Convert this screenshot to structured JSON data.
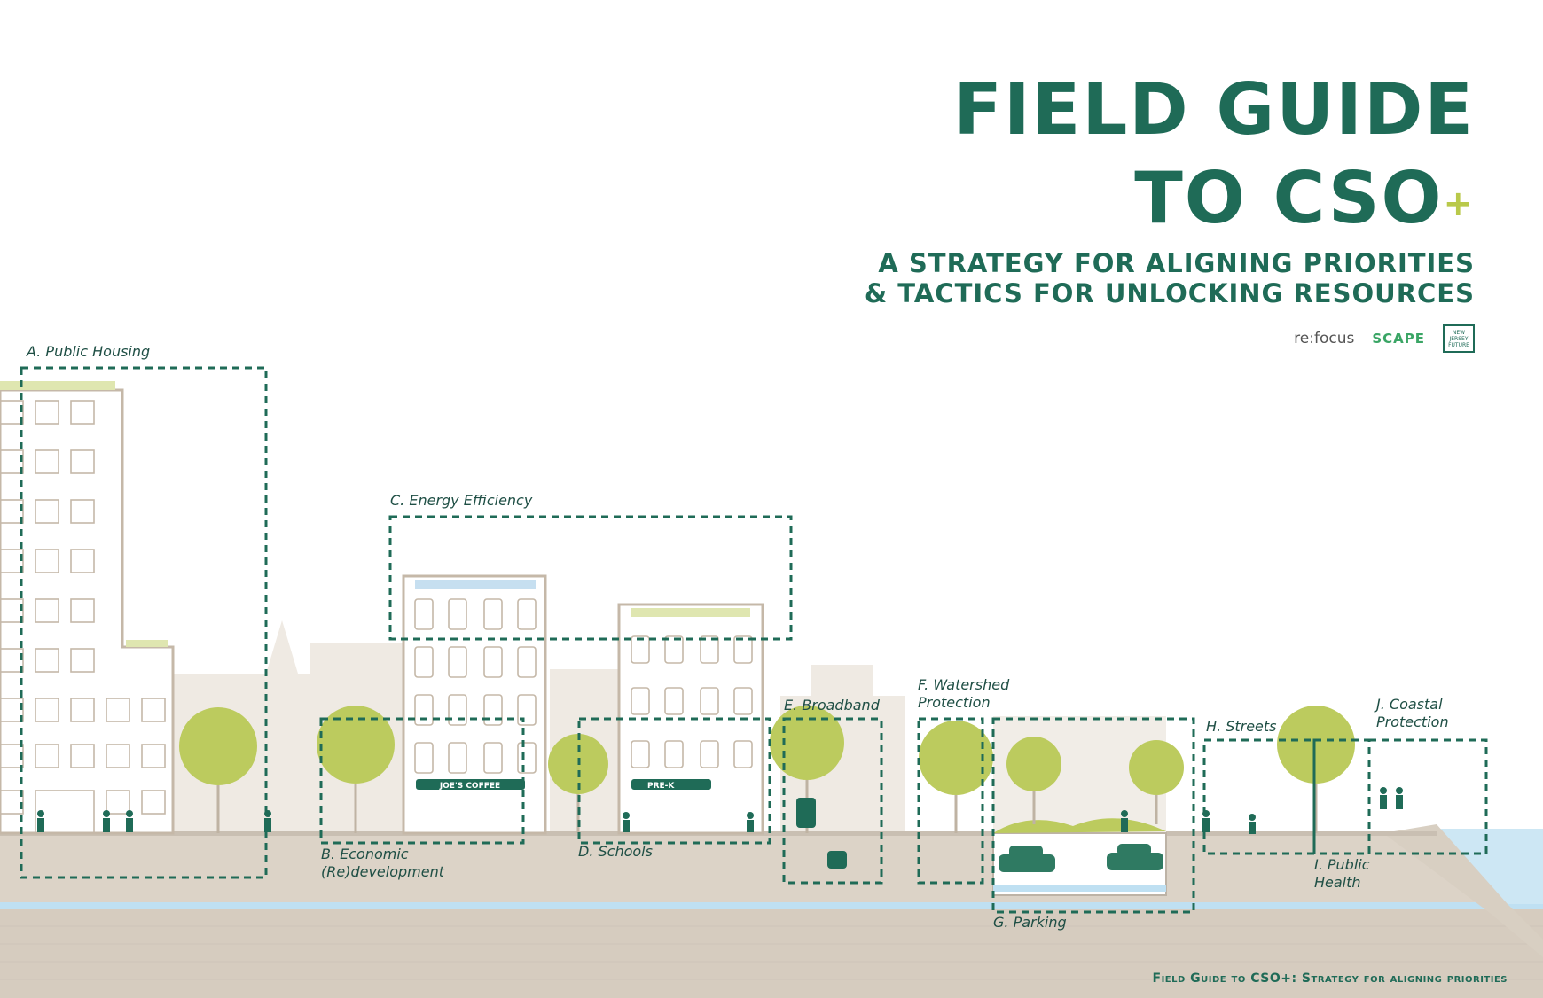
{
  "title": {
    "line1": "FIELD GUIDE",
    "line2": "TO CSO",
    "plus": "+",
    "subtitle_line1": "A STRATEGY FOR ALIGNING PRIORITIES",
    "subtitle_line2": "& TACTICS FOR UNLOCKING RESOURCES"
  },
  "logos": {
    "refocus": "re:focus",
    "scape": "SCAPE",
    "njf": "NEW JERSEY FUTURE"
  },
  "labels": {
    "a": "A. Public Housing",
    "b": "B. Economic\n(Re)development",
    "c": "C. Energy Efficiency",
    "d": "D. Schools",
    "e": "E. Broadband",
    "f": "F. Watershed\nProtection",
    "g": "G. Parking",
    "h": "H. Streets",
    "i": "I. Public\nHealth",
    "j": "J. Coastal\nProtection"
  },
  "signs": {
    "coffee": "JOE'S COFFEE",
    "prek": "PRE-K"
  },
  "footer": "Field Guide to CSO+: Strategy for aligning priorities",
  "colors": {
    "brand_green": "#1f6b57",
    "accent_lime": "#b9c94a",
    "tree": "#bccb5e",
    "ground": "#d8cfc2",
    "water": "#b9dcef",
    "building_outline": "#c5b8a8"
  }
}
